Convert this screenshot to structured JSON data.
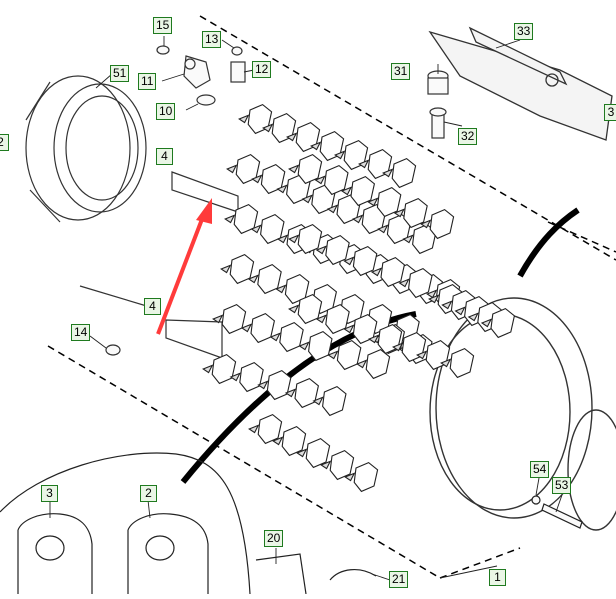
{
  "diagram": {
    "callouts": [
      "1",
      "2",
      "2",
      "3",
      "4",
      "4",
      "10",
      "11",
      "12",
      "13",
      "14",
      "15",
      "20",
      "21",
      "31",
      "32",
      "33",
      "51",
      "53",
      "54"
    ],
    "labels": [
      "4",
      "4"
    ],
    "arrow_color": "#ff3b3b",
    "callout_border_color": "#1f7a1f",
    "callout_fill_color": "#eaf6e6"
  }
}
